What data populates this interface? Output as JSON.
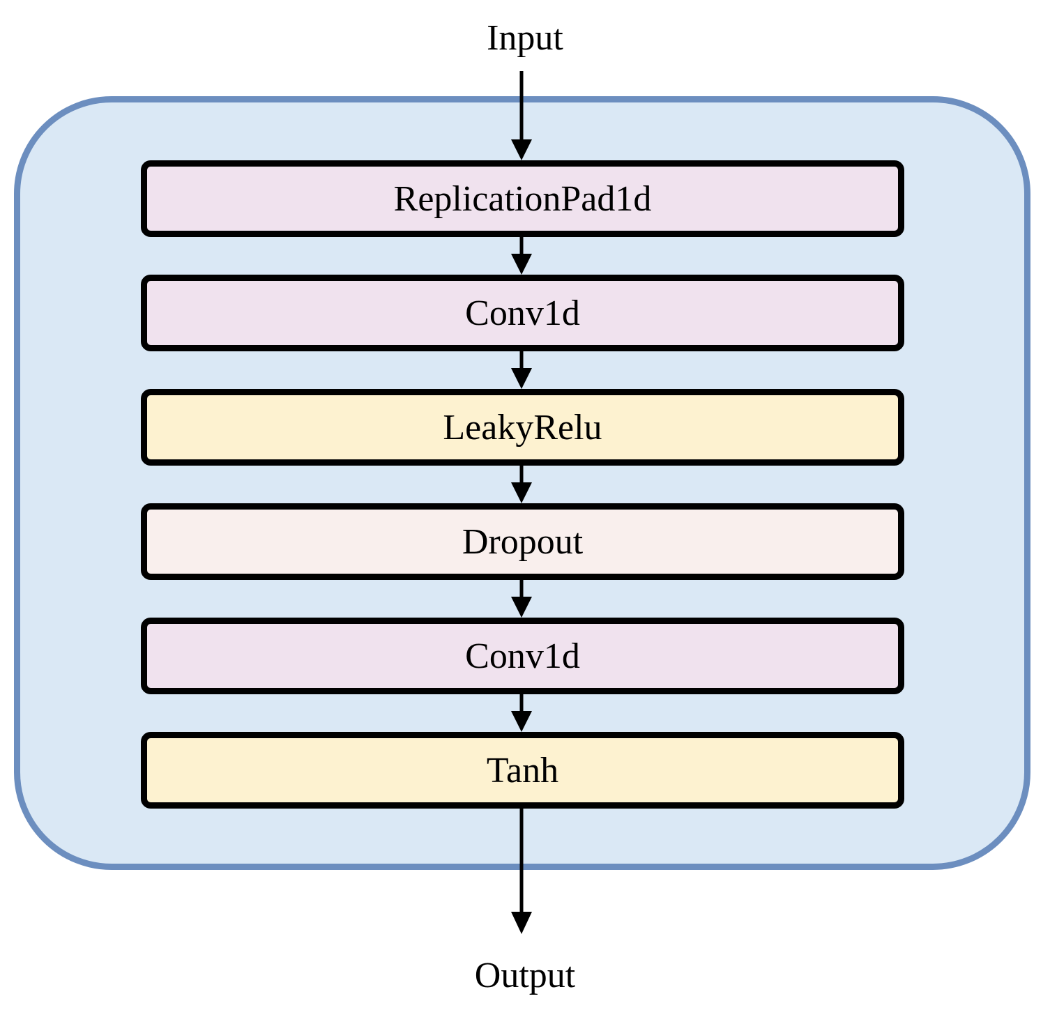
{
  "input_label": "Input",
  "output_label": "Output",
  "container_color": "#dae8f5",
  "container_border_color": "#6c8ebf",
  "layers": [
    {
      "label": "ReplicationPad1d",
      "color": "#f0e2ee"
    },
    {
      "label": "Conv1d",
      "color": "#f0e2ee"
    },
    {
      "label": "LeakyRelu",
      "color": "#fdf2d0"
    },
    {
      "label": "Dropout",
      "color": "#f9efed"
    },
    {
      "label": "Conv1d",
      "color": "#f0e2ee"
    },
    {
      "label": "Tanh",
      "color": "#fdf2d0"
    }
  ]
}
